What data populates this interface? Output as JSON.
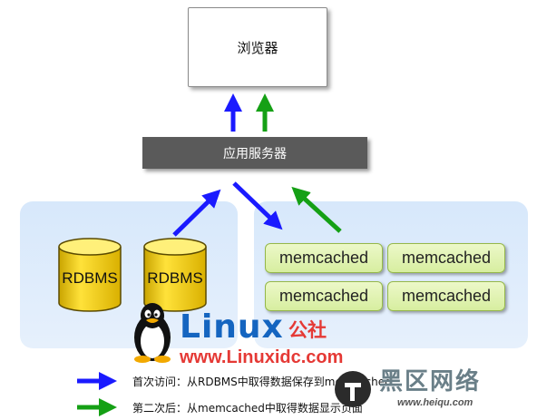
{
  "browser": {
    "label": "浏览器"
  },
  "app_server": {
    "label": "应用服务器"
  },
  "databases": [
    {
      "label": "RDBMS"
    },
    {
      "label": "RDBMS"
    }
  ],
  "memcached_nodes": [
    {
      "label": "memcached"
    },
    {
      "label": "memcached"
    },
    {
      "label": "memcached"
    },
    {
      "label": "memcached"
    }
  ],
  "legend": [
    {
      "text": "首次访问：从RDBMS中取得数据保存到memcached",
      "color": "#1a1aff"
    },
    {
      "text": "第二次后：从memcached中取得数据显示页面",
      "color": "#15a015"
    }
  ],
  "watermark": {
    "main": "Linux",
    "cn": "公社",
    "url": "www.Linuxidc.com",
    "brand2_cn": "黑区网络",
    "brand2_url": "www.heiqu.com"
  },
  "colors": {
    "first_access": "#1a1aff",
    "second_access": "#15a015",
    "server": "#5a5a5a"
  }
}
